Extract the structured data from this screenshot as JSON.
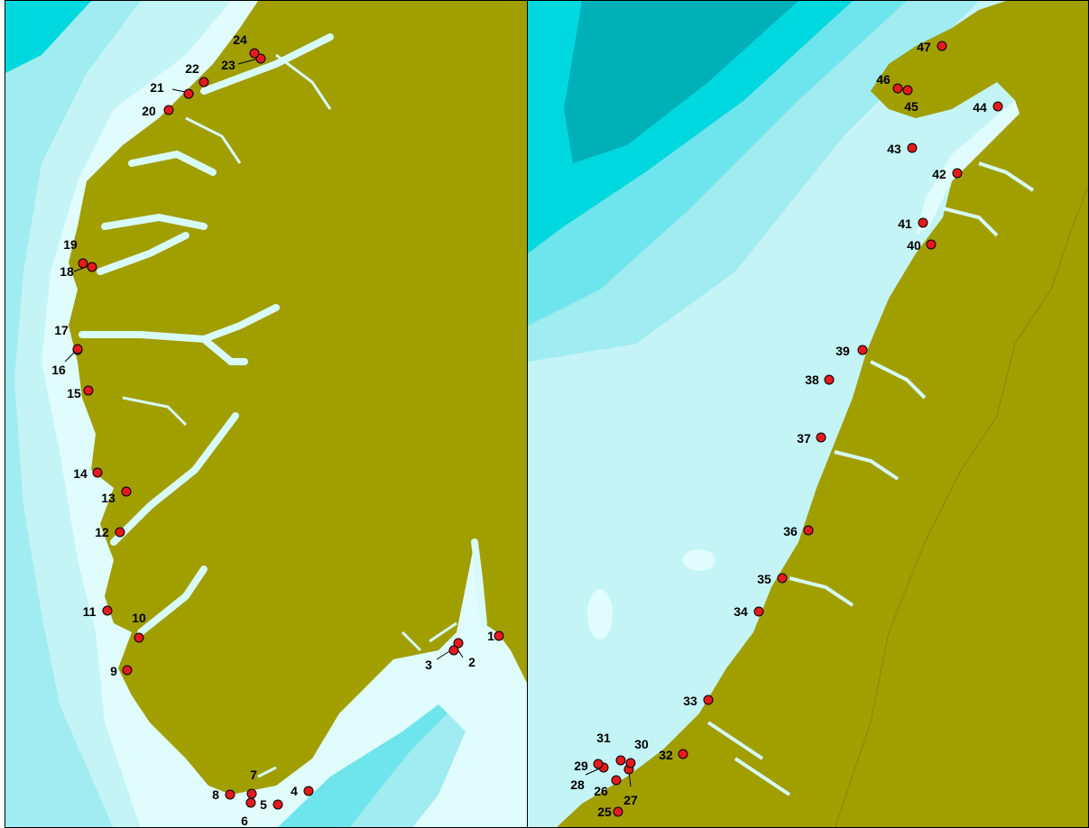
{
  "colors": {
    "land": "#a19e00",
    "shallow_sea": "#e0fcfc",
    "sea_band_1": "#c4f4f6",
    "sea_band_2": "#a0ecf0",
    "sea_band_3": "#6ee4ec",
    "deep_sea": "#00d8e0",
    "deepest_sea": "#00b0b8",
    "fjord": "#d8fafa",
    "site_marker": "#e41a1c"
  },
  "map": {
    "left_panel": {
      "sites": [
        "1",
        "2",
        "3",
        "4",
        "5",
        "6",
        "7",
        "8",
        "9",
        "10",
        "11",
        "12",
        "13",
        "14",
        "15",
        "16",
        "17",
        "18",
        "19",
        "20",
        "21",
        "22",
        "23",
        "24"
      ]
    },
    "right_panel": {
      "sites": [
        "25",
        "26",
        "27",
        "28",
        "29",
        "30",
        "31",
        "32",
        "33",
        "34",
        "35",
        "36",
        "37",
        "38",
        "39",
        "40",
        "41",
        "42",
        "43",
        "44",
        "45",
        "46",
        "47"
      ]
    }
  }
}
